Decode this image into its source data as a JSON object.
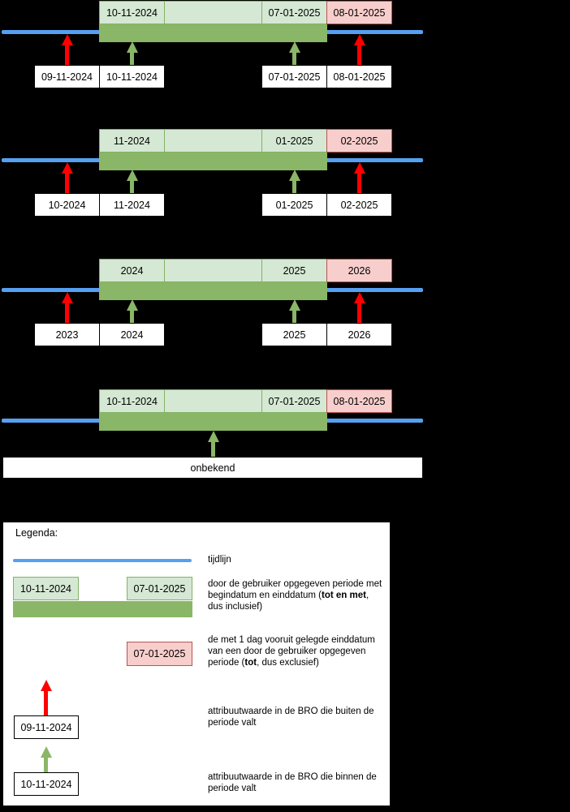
{
  "colors": {
    "background": "#000000",
    "timeline_blue": "#55a0f0",
    "period_fill": "#d5e8d4",
    "period_border": "#82b366",
    "period_bar_green": "#8ab667",
    "excluded_fill": "#f8cecc",
    "excluded_border": "#b85450",
    "arrow_outside_red": "#ff0000",
    "arrow_inside_green": "#8ab667"
  },
  "timelines": [
    {
      "period": {
        "begin": "10-11-2024",
        "middle": "",
        "end": "07-01-2025",
        "excluded": "08-01-2025"
      },
      "bro_values": [
        {
          "label": "09-11-2024"
        },
        {
          "label": "10-11-2024"
        },
        {
          "label": "07-01-2025"
        },
        {
          "label": "08-01-2025"
        }
      ]
    },
    {
      "period": {
        "begin": "11-2024",
        "middle": "",
        "end": "01-2025",
        "excluded": "02-2025"
      },
      "bro_values": [
        {
          "label": "10-2024"
        },
        {
          "label": "11-2024"
        },
        {
          "label": "01-2025"
        },
        {
          "label": "02-2025"
        }
      ]
    },
    {
      "period": {
        "begin": "2024",
        "middle": "",
        "end": "2025",
        "excluded": "2026"
      },
      "bro_values": [
        {
          "label": "2023"
        },
        {
          "label": "2024"
        },
        {
          "label": "2025"
        },
        {
          "label": "2026"
        }
      ]
    },
    {
      "period": {
        "begin": "10-11-2024",
        "middle": "",
        "end": "07-01-2025",
        "excluded": "08-01-2025"
      },
      "bro_values": [
        {
          "label": "onbekend"
        }
      ]
    }
  ],
  "legend": {
    "title": "Legenda:",
    "items": [
      {
        "label": "tijdlijn"
      },
      {
        "begin_box": "10-11-2024",
        "end_box": "07-01-2025",
        "text_pre": "door de gebruiker opgegeven periode met begindatum en einddatum (",
        "text_bold": "tot en met",
        "text_post": ", dus inclusief)"
      },
      {
        "box": "07-01-2025",
        "text_pre": "de met 1 dag vooruit gelegde einddatum van een door de gebruiker opgegeven periode (",
        "text_bold": "tot",
        "text_post": ", dus exclusief)"
      },
      {
        "box": "09-11-2024",
        "text": "attribuutwaarde in de BRO die buiten de periode valt"
      },
      {
        "box": "10-11-2024",
        "text": "attribuutwaarde in de BRO die binnen de periode valt"
      }
    ]
  }
}
